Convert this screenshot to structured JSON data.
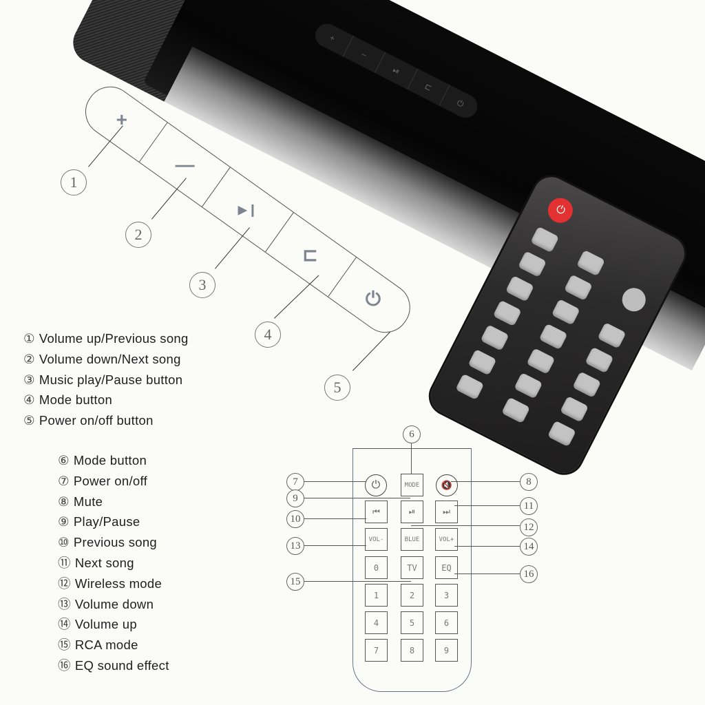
{
  "panel": {
    "buttons": [
      {
        "id": 1,
        "icon": "plus-icon",
        "glyph": "+"
      },
      {
        "id": 2,
        "icon": "minus-icon",
        "glyph": "—"
      },
      {
        "id": 3,
        "icon": "play-pause-icon",
        "glyph": "▶❙"
      },
      {
        "id": 4,
        "icon": "mode-icon",
        "glyph": "⊏"
      },
      {
        "id": 5,
        "icon": "power-icon",
        "glyph": "⏻"
      }
    ],
    "callouts": [
      "1",
      "2",
      "3",
      "4",
      "5"
    ]
  },
  "legend_panel": [
    {
      "num": "①",
      "text": "Volume up/Previous song"
    },
    {
      "num": "②",
      "text": "Volume down/Next song"
    },
    {
      "num": "③",
      "text": "Music play/Pause button"
    },
    {
      "num": "④",
      "text": "Mode button"
    },
    {
      "num": "⑤",
      "text": "Power on/off button"
    }
  ],
  "legend_remote": [
    {
      "num": "⑥",
      "text": "Mode button"
    },
    {
      "num": "⑦",
      "text": "Power on/off"
    },
    {
      "num": "⑧",
      "text": "Mute"
    },
    {
      "num": "⑨",
      "text": "Play/Pause"
    },
    {
      "num": "⑩",
      "text": "Previous song"
    },
    {
      "num": "⑪",
      "text": "Next song"
    },
    {
      "num": "⑫",
      "text": "Wireless mode"
    },
    {
      "num": "⑬",
      "text": "Volume down"
    },
    {
      "num": "⑭",
      "text": "Volume up"
    },
    {
      "num": "⑮",
      "text": "RCA mode"
    },
    {
      "num": "⑯",
      "text": "EQ sound effect"
    }
  ],
  "remote_diagram": {
    "keys": {
      "power": "⏻",
      "mode": "MODE",
      "mute": "🔇",
      "prev": "⏮",
      "play": "⏯",
      "next": "⏭",
      "vol_down": "VOL-",
      "blue": "BLUE",
      "vol_up": "VOL+",
      "k0": "0",
      "tv": "TV",
      "eq": "EQ",
      "k1": "1",
      "k2": "2",
      "k3": "3",
      "k4": "4",
      "k5": "5",
      "k6": "6",
      "k7": "7",
      "k8": "8",
      "k9": "9"
    },
    "callouts": {
      "c6": "6",
      "c7": "7",
      "c8": "8",
      "c9": "9",
      "c10": "10",
      "c11": "11",
      "c12": "12",
      "c13": "13",
      "c14": "14",
      "c15": "15",
      "c16": "16"
    }
  },
  "soundbar": {
    "controls": [
      "+",
      "–",
      "⏯",
      "⊏",
      "⏻"
    ]
  },
  "colors": {
    "background": "#fbfbf8",
    "remote_power": "#e33030",
    "soundbar": "#0a0a0a"
  }
}
